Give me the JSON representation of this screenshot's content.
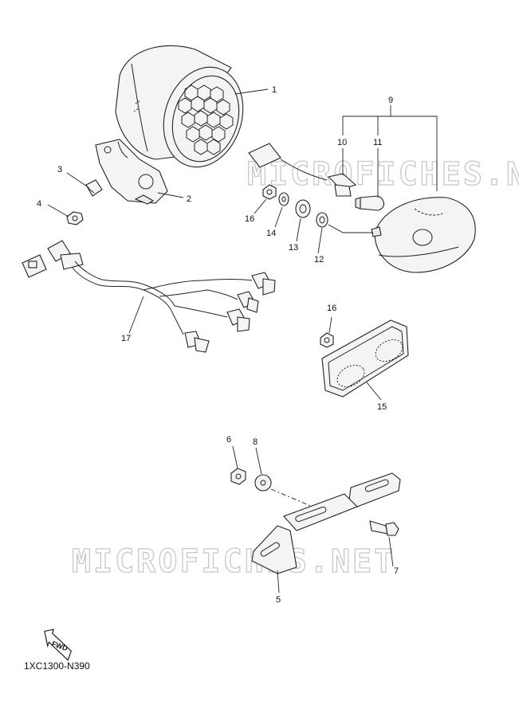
{
  "watermark": "MICROFICHES.NET",
  "diagram_code": "1XC1300-N390",
  "fwd_label": "FWD",
  "callouts": {
    "p1": "1",
    "p2": "2",
    "p3": "3",
    "p4": "4",
    "p5": "5",
    "p6": "6",
    "p7": "7",
    "p8": "8",
    "p9": "9",
    "p10": "10",
    "p11": "11",
    "p12": "12",
    "p13": "13",
    "p14": "14",
    "p15": "15",
    "p16a": "16",
    "p16b": "16",
    "p17": "17"
  }
}
